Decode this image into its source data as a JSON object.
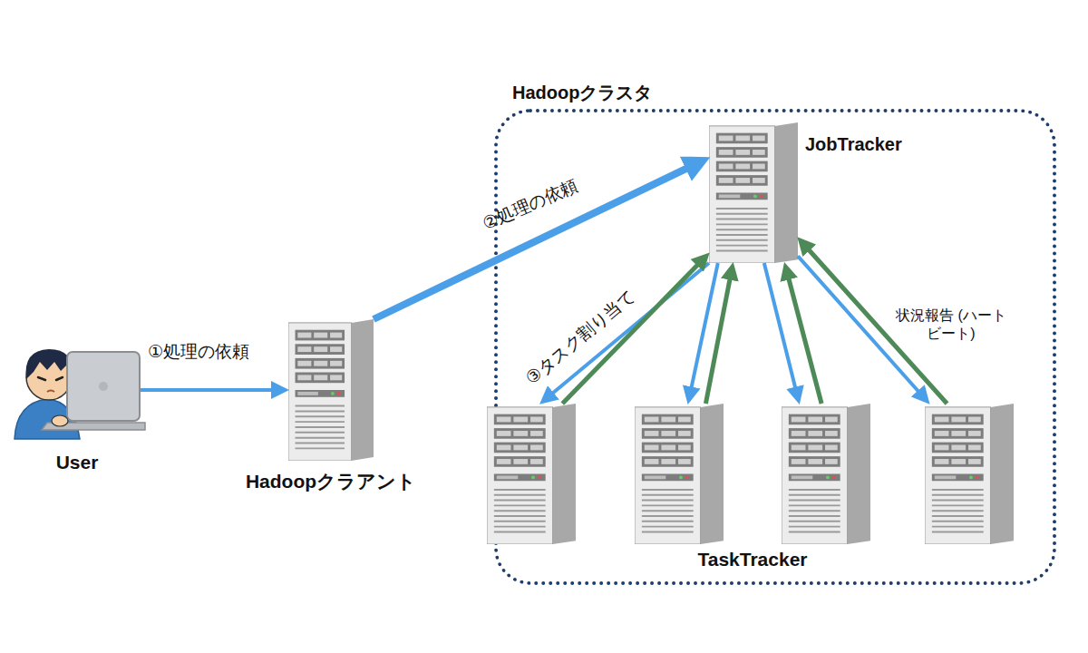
{
  "diagram": {
    "nodes": [
      {
        "text": [
          "User"
        ]
      },
      {
        "text": [
          "Hadoopクラアント"
        ]
      },
      {
        "text": [
          "Hadoopクラスタ"
        ]
      },
      {
        "text": [
          "JobTracker"
        ],
        "in": 2
      },
      {
        "text": [],
        "in": 2
      },
      {
        "text": [],
        "in": 2
      },
      {
        "text": [],
        "in": 2
      },
      {
        "text": [],
        "in": 2
      }
    ],
    "edges": [
      {
        "from": 0,
        "to": 1,
        "arrow": "to",
        "label": "①処理の依頼"
      },
      {
        "from": 1,
        "to": 3,
        "arrow": "to",
        "label": "②処理の依頼"
      },
      {
        "from": 3,
        "to": 4,
        "arrow": "to",
        "label": "③タスク割り当て"
      },
      {
        "from": 4,
        "to": 3,
        "arrow": "to"
      },
      {
        "from": 3,
        "to": 5,
        "arrow": "to"
      },
      {
        "from": 5,
        "to": 3,
        "arrow": "to"
      },
      {
        "from": 3,
        "to": 6,
        "arrow": "to"
      },
      {
        "from": 6,
        "to": 3,
        "arrow": "to"
      },
      {
        "from": 3,
        "to": 7,
        "arrow": "to"
      },
      {
        "from": 7,
        "to": 3,
        "arrow": "to",
        "label": "状況報告 (ハートビート)"
      }
    ],
    "labels": [
      "TaskTracker"
    ]
  }
}
